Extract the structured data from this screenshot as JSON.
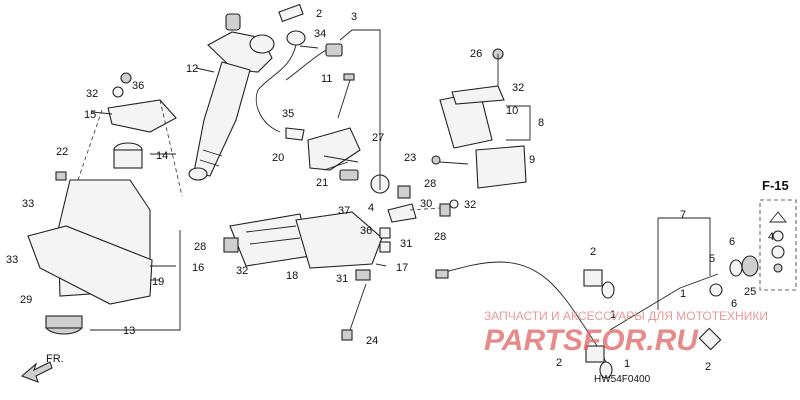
{
  "diagram": {
    "callouts": [
      "1",
      "2",
      "3",
      "4",
      "5",
      "6",
      "7",
      "8",
      "9",
      "10",
      "11",
      "12",
      "13",
      "14",
      "15",
      "16",
      "17",
      "18",
      "19",
      "20",
      "21",
      "22",
      "23",
      "24",
      "25",
      "26",
      "27",
      "28",
      "29",
      "30",
      "31",
      "32",
      "33",
      "34",
      "35",
      "36",
      "37"
    ],
    "reference_tag": "F-15",
    "direction_label": "FR.",
    "diagram_code": "HW54F0400"
  },
  "watermark": {
    "caption": "ЗАПЧАСТИ И АКСЕССУАРЫ ДЛЯ МОТОТЕХНИКИ",
    "site": "PARTSFOR.RU"
  }
}
